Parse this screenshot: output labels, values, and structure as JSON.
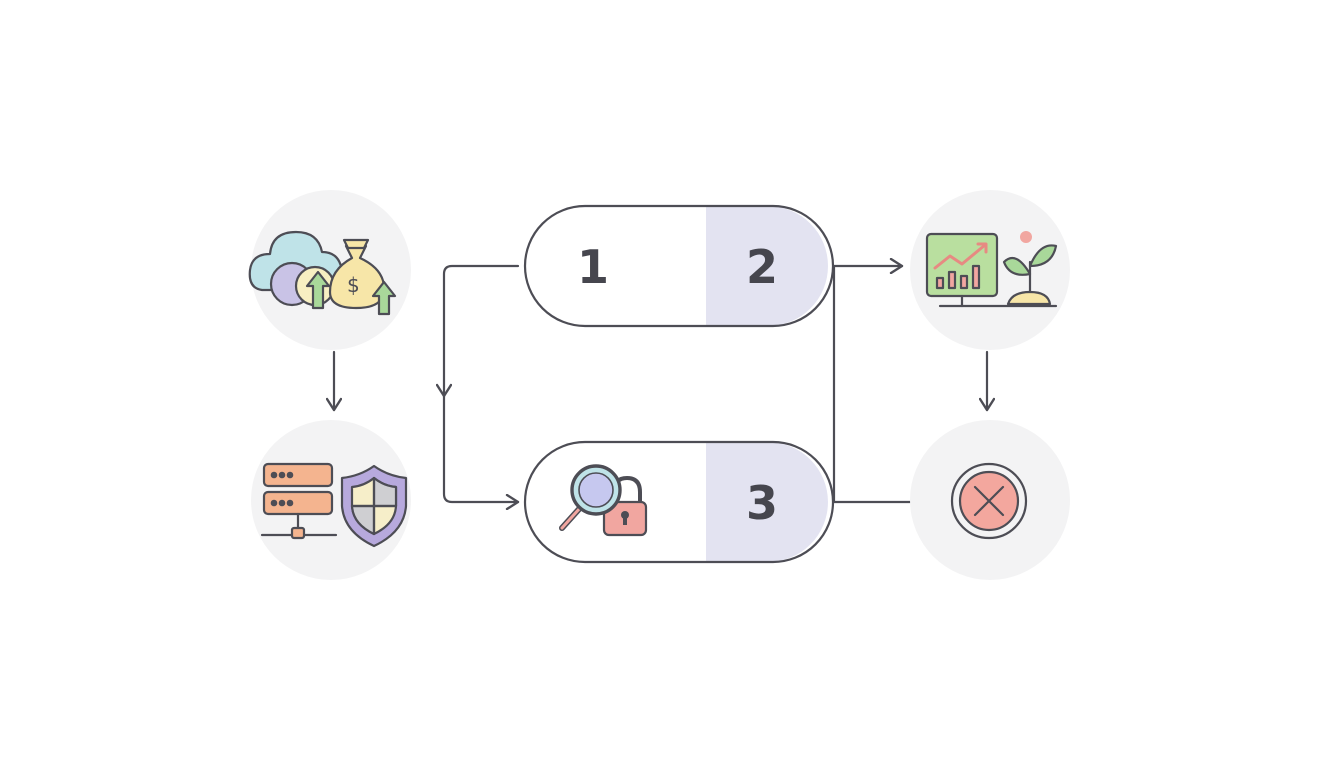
{
  "diagram": {
    "pill_top": {
      "label_left": "1",
      "label_right": "2"
    },
    "pill_bottom": {
      "label_right": "3"
    },
    "icons": {
      "node_top_left": "cloud-money-growth-icon",
      "node_bottom_left": "server-shield-icon",
      "node_top_right": "chart-plant-growth-icon",
      "node_bottom_right": "cancel-icon",
      "pill_bottom_left": "magnifier-padlock-icon"
    },
    "colors": {
      "stroke": "#4d4d55",
      "node_fill": "#f3f3f4",
      "pill_highlight": "#e3e3f1",
      "cancel_fill": "#f3a79e"
    }
  }
}
